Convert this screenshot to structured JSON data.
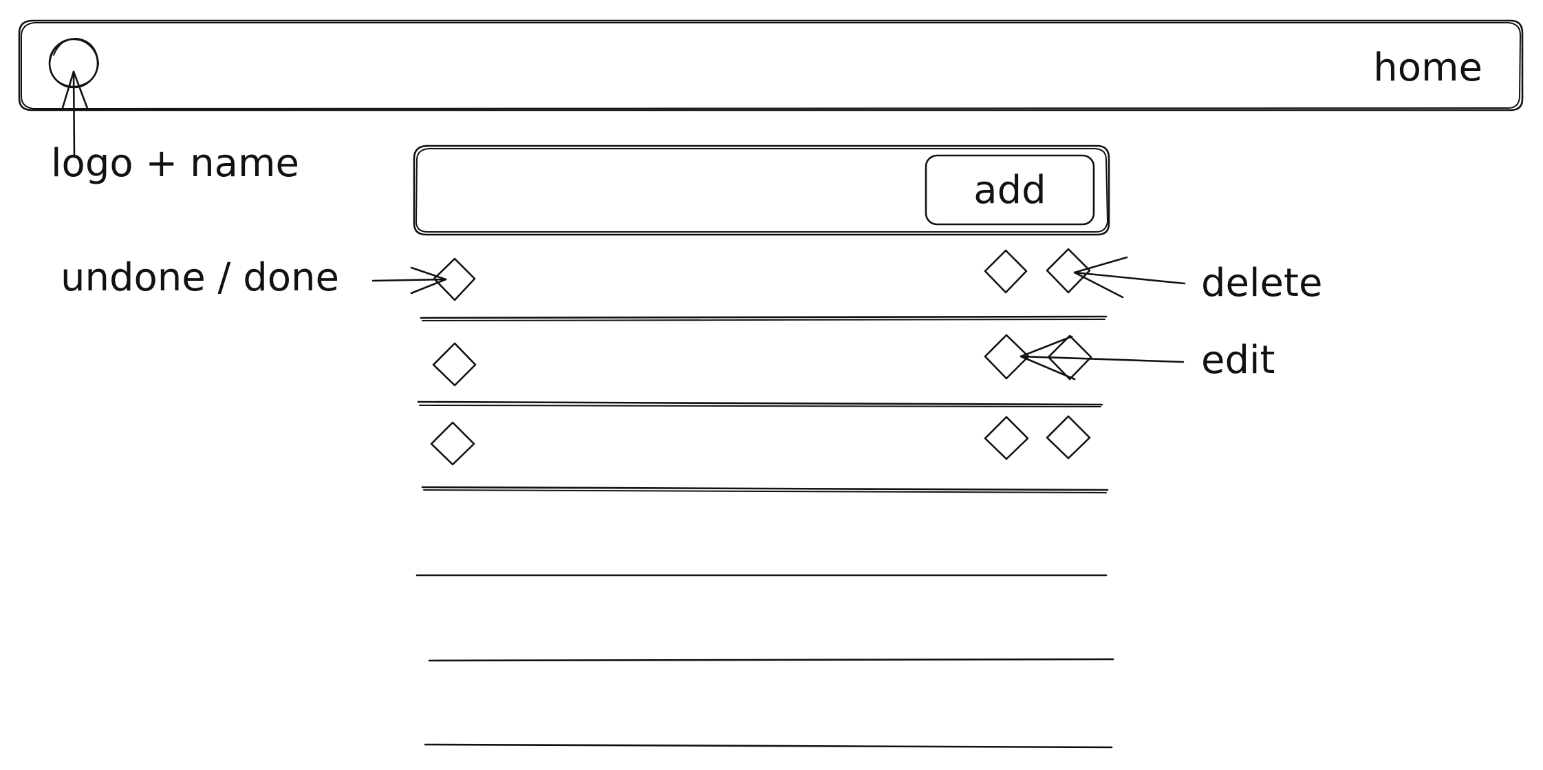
{
  "header": {
    "nav_home": "home"
  },
  "annotations": {
    "logo": "logo + name",
    "toggle": "undone / done",
    "delete": "delete",
    "edit": "edit"
  },
  "toolbar": {
    "add_label": "add",
    "input_value": "",
    "input_placeholder": ""
  },
  "todo_list": {
    "rows_with_controls": 3,
    "empty_rows": 3,
    "row_controls": [
      "toggle-icon",
      "edit-icon",
      "delete-icon"
    ]
  },
  "colors": {
    "ink": "#111111",
    "paper": "#ffffff"
  }
}
